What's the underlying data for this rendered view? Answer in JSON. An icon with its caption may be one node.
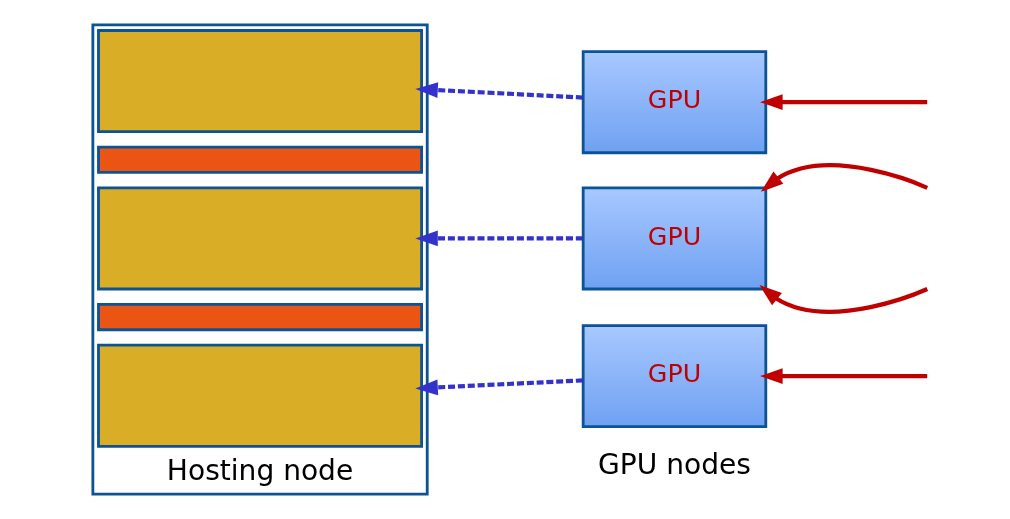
{
  "diagram": {
    "nodes": [
      {
        "text": [],
        "shape": "box",
        "beside": [
          "Hosting node"
        ]
      },
      {
        "text": [],
        "shape": "box",
        "in": 0
      },
      {
        "text": [],
        "shape": "bar",
        "in": 0
      },
      {
        "text": [],
        "shape": "box",
        "in": 0
      },
      {
        "text": [],
        "shape": "bar",
        "in": 0
      },
      {
        "text": [],
        "shape": "box",
        "in": 0
      },
      {
        "text": [
          "GPU"
        ]
      },
      {
        "text": [
          "GPU"
        ]
      },
      {
        "text": [
          "GPU"
        ]
      }
    ],
    "edges": [
      {
        "from": 6,
        "to": 1,
        "arrow": "to",
        "style": "dashed",
        "color": "#3333cc"
      },
      {
        "from": 7,
        "to": 3,
        "arrow": "to",
        "style": "dashed",
        "color": "#3333cc"
      },
      {
        "from": 8,
        "to": 5,
        "arrow": "to",
        "style": "dashed",
        "color": "#3333cc"
      },
      {
        "from": null,
        "to": 6,
        "arrow": "to",
        "color": "#c00000"
      },
      {
        "from": null,
        "to": 7,
        "arrow": "to",
        "color": "#c00000"
      },
      {
        "from": null,
        "to": 7,
        "arrow": "to",
        "color": "#c00000"
      },
      {
        "from": null,
        "to": 8,
        "arrow": "to",
        "color": "#c00000"
      }
    ],
    "labels": [
      "GPU nodes"
    ]
  }
}
